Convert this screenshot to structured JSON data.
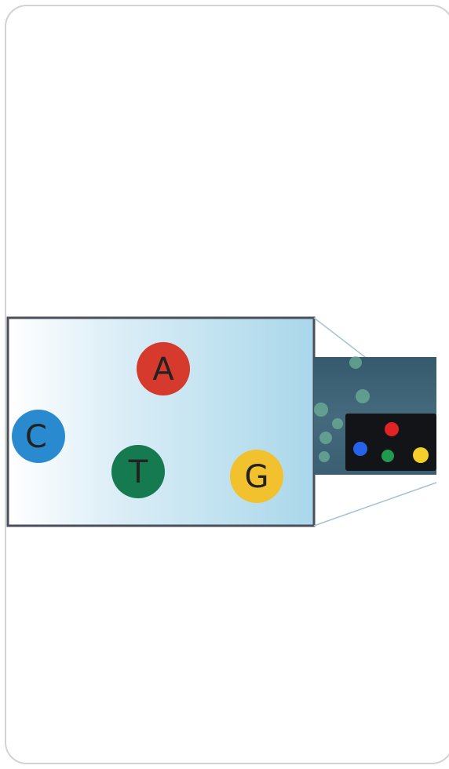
{
  "nucleotides": [
    {
      "label": "A",
      "color": "#d63a2c"
    },
    {
      "label": "C",
      "color": "#2a8ad0"
    },
    {
      "label": "T",
      "color": "#157a50"
    },
    {
      "label": "G",
      "color": "#f2c12e"
    }
  ],
  "colors": {
    "card_border": "#d2d2d2",
    "flowcell_gradient_start": "#ffffff",
    "flowcell_gradient_end": "#a9d7ea",
    "flowcell_border": "#4a4f5a",
    "detector_fill": "#3f6478",
    "sensor_fill": "#121418",
    "dot_green": "#6fb69a"
  },
  "sensor_dots": [
    {
      "color": "#e02424"
    },
    {
      "color": "#2563eb"
    },
    {
      "color": "#1f9a4f"
    },
    {
      "color": "#f4cf2a"
    }
  ]
}
